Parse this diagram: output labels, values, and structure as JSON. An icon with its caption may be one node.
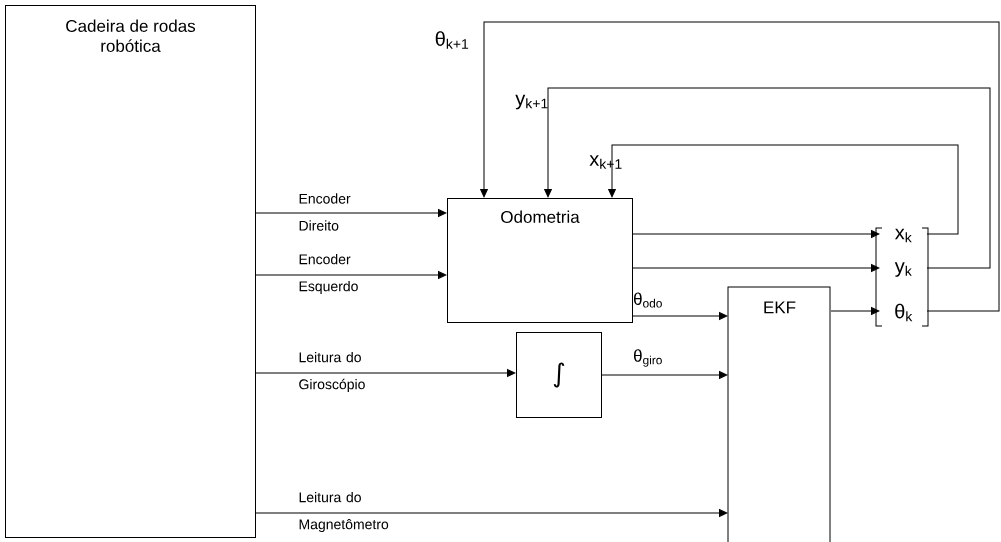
{
  "diagram": {
    "nodes": [
      {
        "text": [
          "Cadeira de rodas robótica"
        ]
      },
      {
        "text": [
          "Odometria"
        ]
      },
      {
        "text": [
          "∫"
        ]
      },
      {
        "text": [
          "EKF"
        ]
      },
      {
        "text": [
          "x$_{k}$"
        ]
      },
      {
        "text": [
          "y$_{k}$"
        ]
      },
      {
        "text": [
          "θ$_{k}$"
        ]
      }
    ],
    "edges": [
      {
        "from": 0,
        "to": 1,
        "arrow": "to",
        "label": "Encoder Direito"
      },
      {
        "from": 0,
        "to": 1,
        "arrow": "to",
        "label": "Encoder Esquerdo"
      },
      {
        "from": 0,
        "to": 2,
        "arrow": "to",
        "label": "Leitura do Giroscópio"
      },
      {
        "from": 0,
        "to": 3,
        "arrow": "to",
        "label": "Leitura do Magnetômetro"
      },
      {
        "from": 1,
        "to": 3,
        "arrow": "to",
        "label": "θ$_{odo}$"
      },
      {
        "from": 2,
        "to": 3,
        "arrow": "to",
        "label": "θ$_{giro}$"
      },
      {
        "from": 1,
        "to": 4,
        "arrow": "to"
      },
      {
        "from": 1,
        "to": 5,
        "arrow": "to"
      },
      {
        "from": 3,
        "to": 6,
        "arrow": "to"
      },
      {
        "from": 4,
        "to": 1,
        "arrow": "to",
        "label": "x$_{k+1}$"
      },
      {
        "from": 5,
        "to": 1,
        "arrow": "to",
        "label": "y$_{k+1}$"
      },
      {
        "from": 6,
        "to": 1,
        "arrow": "to",
        "label": "θ$_{k+1}$"
      }
    ]
  }
}
